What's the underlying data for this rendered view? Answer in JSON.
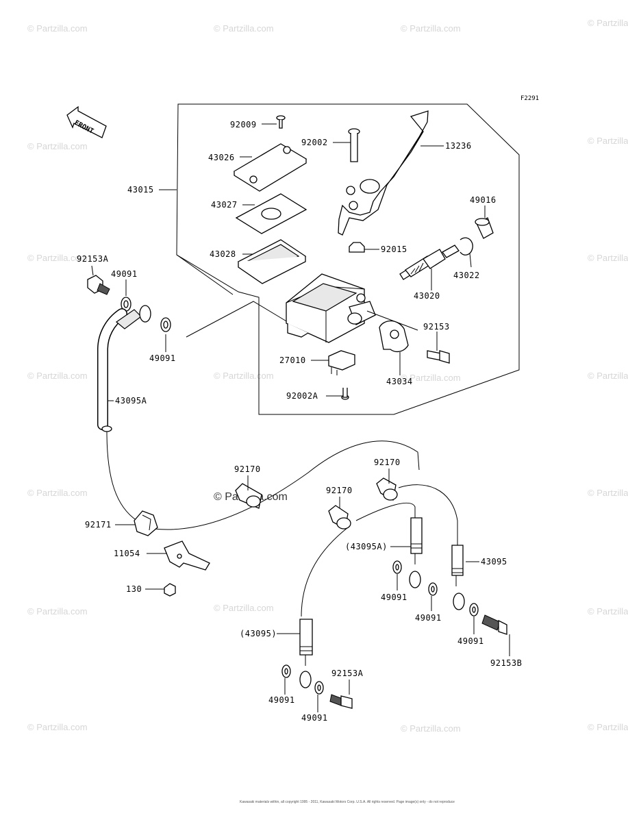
{
  "diagram_code": "F2291",
  "front_label": "FRONT",
  "watermark_text": "© Partzilla.com",
  "copyright": "Kawasaki materials within, all copyright 1995 - 2011, Kawasaki Motors Corp. U.S.A. All rights reserved. Page image(s) only - do not reproduce",
  "parts": [
    {
      "id": "p92009",
      "label": "92009"
    },
    {
      "id": "p92002",
      "label": "92002"
    },
    {
      "id": "p13236",
      "label": "13236"
    },
    {
      "id": "p43026",
      "label": "43026"
    },
    {
      "id": "p43015",
      "label": "43015"
    },
    {
      "id": "p43027",
      "label": "43027"
    },
    {
      "id": "p49016",
      "label": "49016"
    },
    {
      "id": "p43028",
      "label": "43028"
    },
    {
      "id": "p92015",
      "label": "92015"
    },
    {
      "id": "p92153A_top",
      "label": "92153A"
    },
    {
      "id": "p43022",
      "label": "43022"
    },
    {
      "id": "p49091_a",
      "label": "49091"
    },
    {
      "id": "p43020",
      "label": "43020"
    },
    {
      "id": "p92153",
      "label": "92153"
    },
    {
      "id": "p49091_b",
      "label": "49091"
    },
    {
      "id": "p27010",
      "label": "27010"
    },
    {
      "id": "p43034",
      "label": "43034"
    },
    {
      "id": "p92002A",
      "label": "92002A"
    },
    {
      "id": "p43095A",
      "label": "43095A"
    },
    {
      "id": "p92170_a",
      "label": "92170"
    },
    {
      "id": "p92170_b",
      "label": "92170"
    },
    {
      "id": "p92170_c",
      "label": "92170"
    },
    {
      "id": "p92171",
      "label": "92171"
    },
    {
      "id": "p43095A_paren",
      "label": "(43095A)"
    },
    {
      "id": "p11054",
      "label": "11054"
    },
    {
      "id": "p43095",
      "label": "43095"
    },
    {
      "id": "p130",
      "label": "130"
    },
    {
      "id": "p49091_c",
      "label": "49091"
    },
    {
      "id": "p49091_d",
      "label": "49091"
    },
    {
      "id": "p49091_e",
      "label": "49091"
    },
    {
      "id": "p43095_paren",
      "label": "(43095)"
    },
    {
      "id": "p92153B",
      "label": "92153B"
    },
    {
      "id": "p92153A_bot",
      "label": "92153A"
    },
    {
      "id": "p49091_f",
      "label": "49091"
    },
    {
      "id": "p49091_g",
      "label": "49091"
    }
  ]
}
